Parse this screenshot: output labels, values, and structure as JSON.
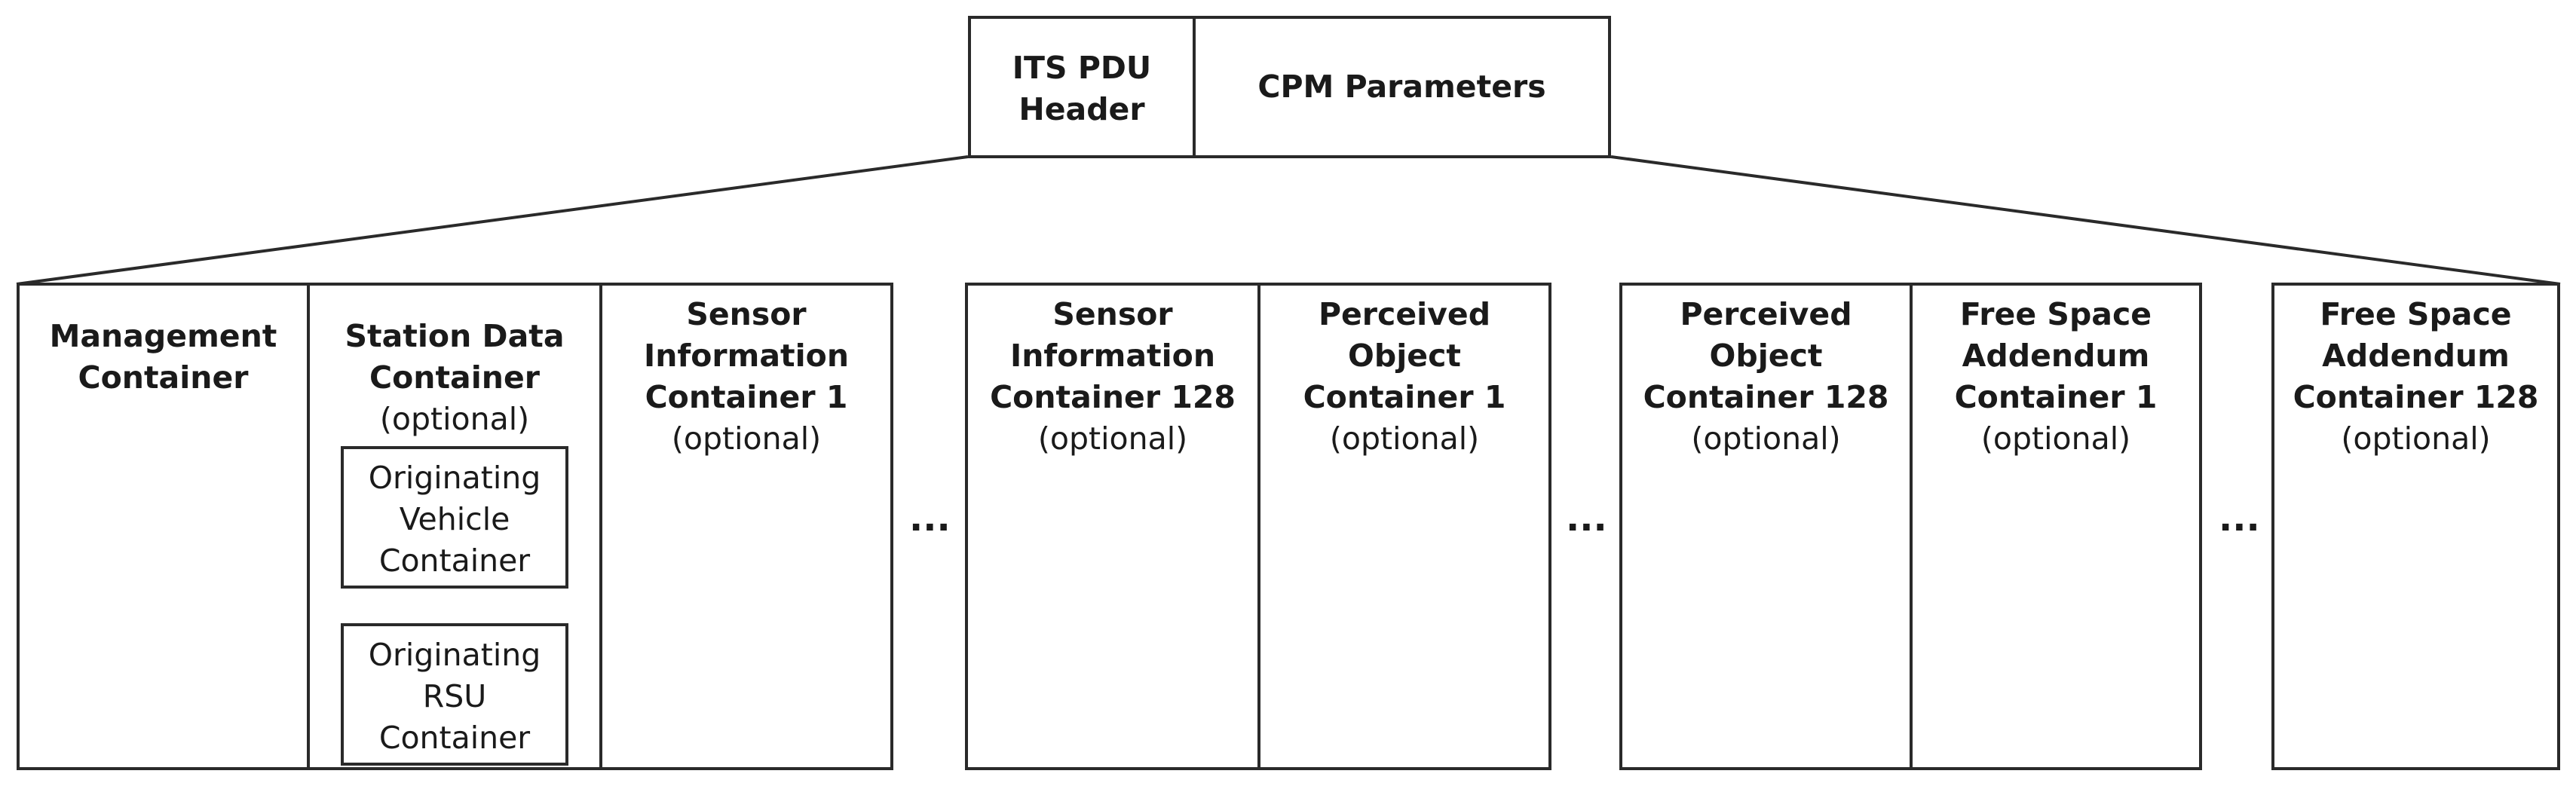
{
  "header": {
    "its_pdu_header_line1": "ITS PDU",
    "its_pdu_header_line2": "Header",
    "cpm_parameters": "CPM Parameters"
  },
  "containers": {
    "management": {
      "line1": "Management",
      "line2": "Container"
    },
    "station_data": {
      "line1": "Station Data",
      "line2": "Container",
      "optional": "(optional)",
      "originating_vehicle": {
        "line1": "Originating",
        "line2": "Vehicle",
        "line3": "Container"
      },
      "originating_rsu": {
        "line1": "Originating",
        "line2": "RSU",
        "line3": "Container"
      }
    },
    "sensor_info_1": {
      "line1": "Sensor",
      "line2": "Information",
      "line3": "Container 1",
      "optional": "(optional)"
    },
    "sensor_info_128": {
      "line1": "Sensor",
      "line2": "Information",
      "line3": "Container 128",
      "optional": "(optional)"
    },
    "perceived_object_1": {
      "line1": "Perceived",
      "line2": "Object",
      "line3": "Container 1",
      "optional": "(optional)"
    },
    "perceived_object_128": {
      "line1": "Perceived",
      "line2": "Object",
      "line3": "Container 128",
      "optional": "(optional)"
    },
    "free_space_1": {
      "line1": "Free Space",
      "line2": "Addendum",
      "line3": "Container 1",
      "optional": "(optional)"
    },
    "free_space_128": {
      "line1": "Free Space",
      "line2": "Addendum",
      "line3": "Container 128",
      "optional": "(optional)"
    }
  },
  "ellipsis": "..."
}
